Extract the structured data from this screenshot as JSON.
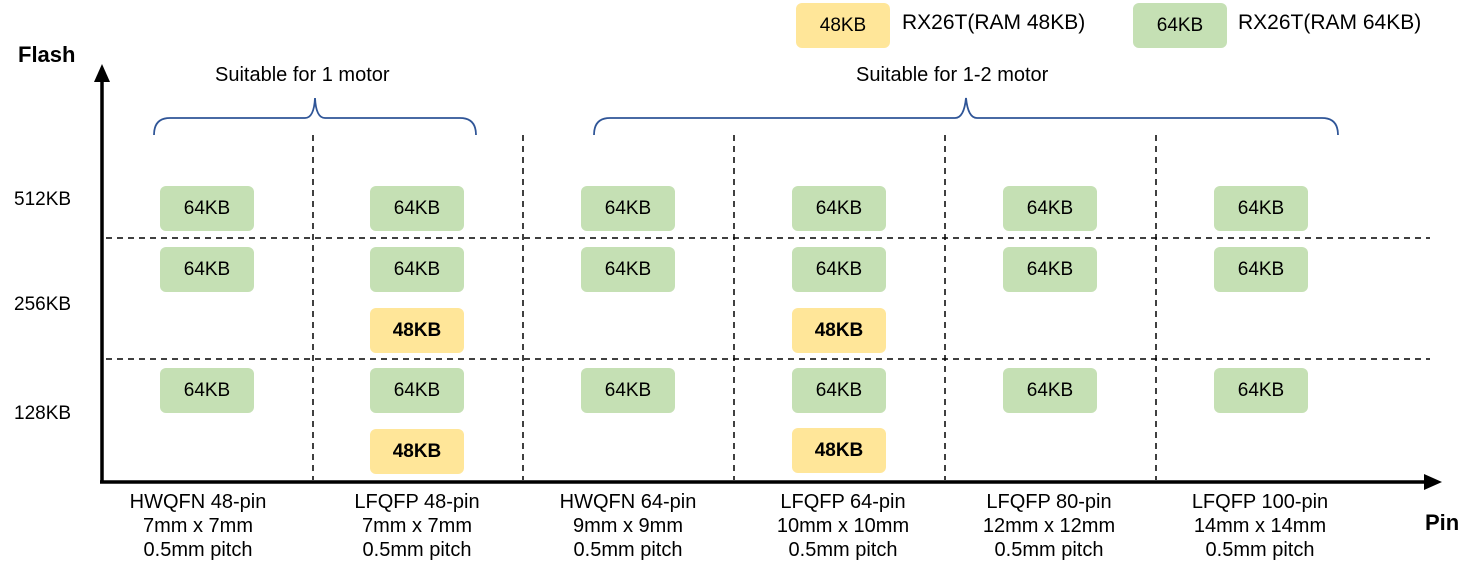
{
  "axes": {
    "y_title": "Flash",
    "x_title": "Pin"
  },
  "flash_levels": [
    "512KB",
    "256KB",
    "128KB"
  ],
  "legend": [
    {
      "badge": "48KB",
      "label": "RX26T(RAM 48KB)",
      "color": "#ffe699"
    },
    {
      "badge": "64KB",
      "label": "RX26T(RAM 64KB)",
      "color": "#c5e0b4"
    }
  ],
  "groups": [
    {
      "label": "Suitable  for 1 motor"
    },
    {
      "label": "Suitable  for 1-2 motor"
    }
  ],
  "packages": [
    {
      "name": "HWQFN 48-pin",
      "size": "7mm x 7mm",
      "pitch": "0.5mm pitch"
    },
    {
      "name": "LFQFP 48-pin",
      "size": "7mm x 7mm",
      "pitch": "0.5mm pitch"
    },
    {
      "name": "HWQFN 64-pin",
      "size": "9mm x 9mm",
      "pitch": "0.5mm pitch"
    },
    {
      "name": "LFQFP 64-pin",
      "size": "10mm x 10mm",
      "pitch": "0.5mm pitch"
    },
    {
      "name": "LFQFP 80-pin",
      "size": "12mm x 12mm",
      "pitch": "0.5mm pitch"
    },
    {
      "name": "LFQFP 100-pin",
      "size": "14mm x 14mm",
      "pitch": "0.5mm pitch"
    }
  ],
  "cells": [
    {
      "package": "HWQFN 48-pin",
      "flash": "512KB",
      "ram": "64KB"
    },
    {
      "package": "HWQFN 48-pin",
      "flash": "256KB",
      "ram": "64KB"
    },
    {
      "package": "HWQFN 48-pin",
      "flash": "128KB",
      "ram": "64KB"
    },
    {
      "package": "LFQFP 48-pin",
      "flash": "512KB",
      "ram": "64KB"
    },
    {
      "package": "LFQFP 48-pin",
      "flash": "256KB",
      "ram": "64KB"
    },
    {
      "package": "LFQFP 48-pin",
      "flash": "256KB",
      "ram": "48KB"
    },
    {
      "package": "LFQFP 48-pin",
      "flash": "128KB",
      "ram": "64KB"
    },
    {
      "package": "LFQFP 48-pin",
      "flash": "128KB",
      "ram": "48KB"
    },
    {
      "package": "HWQFN 64-pin",
      "flash": "512KB",
      "ram": "64KB"
    },
    {
      "package": "HWQFN 64-pin",
      "flash": "256KB",
      "ram": "64KB"
    },
    {
      "package": "HWQFN 64-pin",
      "flash": "128KB",
      "ram": "64KB"
    },
    {
      "package": "LFQFP 64-pin",
      "flash": "512KB",
      "ram": "64KB"
    },
    {
      "package": "LFQFP 64-pin",
      "flash": "256KB",
      "ram": "64KB"
    },
    {
      "package": "LFQFP 64-pin",
      "flash": "256KB",
      "ram": "48KB"
    },
    {
      "package": "LFQFP 64-pin",
      "flash": "128KB",
      "ram": "64KB"
    },
    {
      "package": "LFQFP 64-pin",
      "flash": "128KB",
      "ram": "48KB"
    },
    {
      "package": "LFQFP 80-pin",
      "flash": "512KB",
      "ram": "64KB"
    },
    {
      "package": "LFQFP 80-pin",
      "flash": "256KB",
      "ram": "64KB"
    },
    {
      "package": "LFQFP 80-pin",
      "flash": "128KB",
      "ram": "64KB"
    },
    {
      "package": "LFQFP 100-pin",
      "flash": "512KB",
      "ram": "64KB"
    },
    {
      "package": "LFQFP 100-pin",
      "flash": "256KB",
      "ram": "64KB"
    },
    {
      "package": "LFQFP 100-pin",
      "flash": "128KB",
      "ram": "64KB"
    }
  ]
}
